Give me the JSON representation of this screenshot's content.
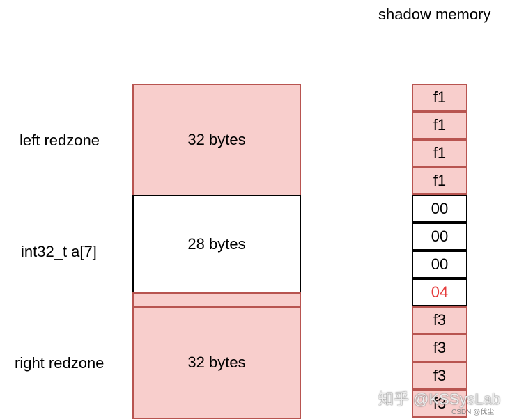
{
  "title": "shadow memory",
  "labels": {
    "left_redzone": "left redzone",
    "array": "int32_t a[7]",
    "right_redzone": "right redzone"
  },
  "memory_blocks": {
    "left": "32 bytes",
    "array": "28 bytes",
    "right": "32 bytes"
  },
  "shadow_cells": [
    "f1",
    "f1",
    "f1",
    "f1",
    "00",
    "00",
    "00",
    "04",
    "f3",
    "f3",
    "f3",
    "f3"
  ],
  "watermark": {
    "main": "知乎 @KSSysLab",
    "sub": "CSDN @伐尘"
  },
  "colors": {
    "redzone_fill": "#f8cecc",
    "redzone_border": "#b85450",
    "highlight_text": "#e63b3b"
  }
}
